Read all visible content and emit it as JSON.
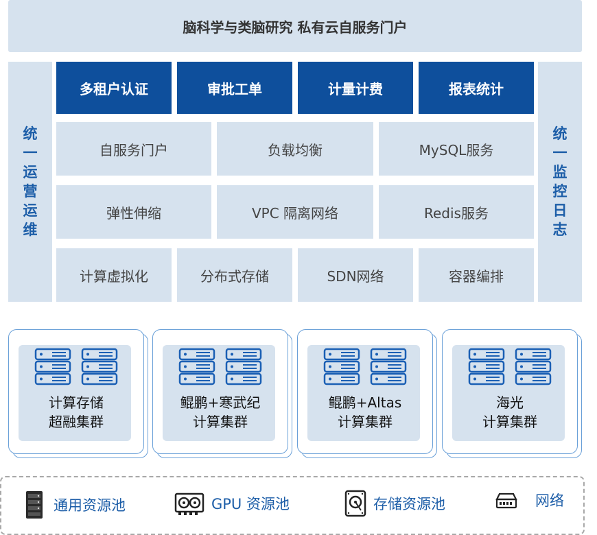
{
  "banner": {
    "title": "脑科学与类脑研究 私有云自服务门户"
  },
  "sidebars": {
    "left": "统一运营运维",
    "right": "统一监控日志"
  },
  "top_row": [
    "多租户认证",
    "审批工单",
    "计量计费",
    "报表统计"
  ],
  "middle": {
    "row1": [
      "自服务门户",
      "负载均衡",
      "MySQL服务"
    ],
    "row2": [
      "弹性伸缩",
      "VPC 隔离网络",
      "Redis服务"
    ],
    "row3": [
      "计算虚拟化",
      "分布式存储",
      "SDN网络",
      "容器编排"
    ]
  },
  "clusters": [
    {
      "line1": "计算存储",
      "line2": "超融集群"
    },
    {
      "line1": "鲲鹏+寒武纪",
      "line2": "计算集群"
    },
    {
      "line1": "鲲鹏+Altas",
      "line2": "计算集群"
    },
    {
      "line1": "海光",
      "line2": "计算集群"
    }
  ],
  "pools": [
    {
      "label": "通用资源池",
      "icon": "rack-server-icon"
    },
    {
      "label": "GPU 资源池",
      "icon": "gpu-card-icon"
    },
    {
      "label": "存储资源池",
      "icon": "hard-disk-icon"
    },
    {
      "label": "网络",
      "icon": "network-switch-icon"
    }
  ],
  "colors": {
    "accent": "#0e4f9c",
    "panel": "#d6e2ee",
    "border": "#6aa0d8",
    "label_blue": "#1d5ea8"
  }
}
